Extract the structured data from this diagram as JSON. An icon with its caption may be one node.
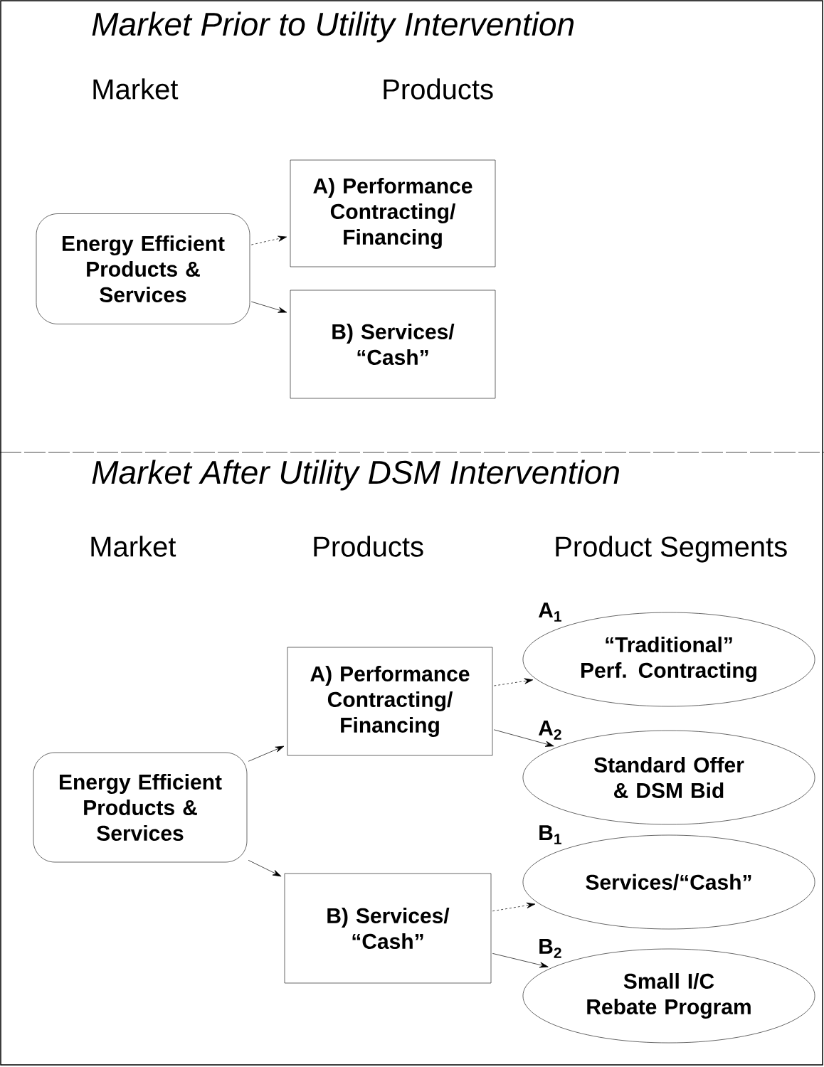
{
  "diagram": {
    "nodes": [
      {
        "text": [
          "Energy Efficient Products & Services"
        ]
      },
      {
        "text": [
          "A) Performance Contracting/ Financing"
        ]
      },
      {
        "text": [
          "B) Services/ “Cash”"
        ]
      },
      {
        "text": [
          "Energy Efficient Products & Services"
        ]
      },
      {
        "text": [
          "A) Performance Contracting/ Financing"
        ]
      },
      {
        "text": [
          "B) Services/ “Cash”"
        ]
      },
      {
        "text": [
          "“Traditional” Perf. Contracting"
        ],
        "beside": [
          "A$_{1}$"
        ]
      },
      {
        "text": [
          "Standard Offer & DSM Bid"
        ],
        "beside": [
          "A$_{2}$"
        ]
      },
      {
        "text": [
          "Services/“Cash”"
        ],
        "beside": [
          "B$_{1}$"
        ]
      },
      {
        "text": [
          "Small I/C Rebate Program"
        ],
        "beside": [
          "B$_{2}$"
        ]
      }
    ],
    "edges": [
      {
        "from": 0,
        "to": 1,
        "arrow": "to",
        "style": "dashed"
      },
      {
        "from": 0,
        "to": 2,
        "arrow": "to"
      },
      {
        "from": 3,
        "to": 4,
        "arrow": "to"
      },
      {
        "from": 3,
        "to": 5,
        "arrow": "to"
      },
      {
        "from": 4,
        "to": 6,
        "arrow": "to",
        "style": "dashed"
      },
      {
        "from": 4,
        "to": 7,
        "arrow": "to"
      },
      {
        "from": 5,
        "to": 8,
        "arrow": "to",
        "style": "dashed"
      },
      {
        "from": 5,
        "to": 9,
        "arrow": "to"
      }
    ],
    "labels": [
      "Market Prior to Utility Intervention",
      "Market",
      "Products",
      "Market After Utility DSM Intervention",
      "Market",
      "Products",
      "Product Segments"
    ]
  }
}
